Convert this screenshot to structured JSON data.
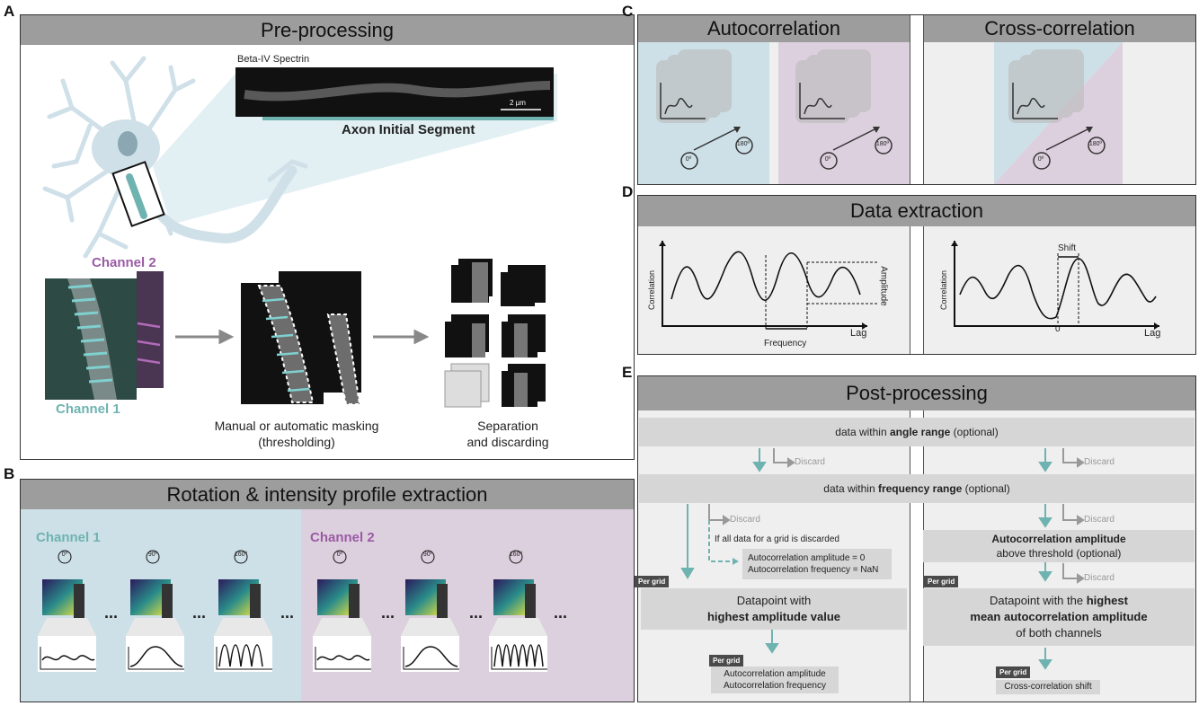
{
  "panels": {
    "A": {
      "letter": "A",
      "title": "Pre-processing",
      "micrograph_label": "Beta-IV Spectrin",
      "scale_bar": "2 µm",
      "ais_label": "Axon Initial Segment",
      "channel2": "Channel 2",
      "channel1": "Channel 1",
      "masking_line1": "Manual or automatic masking",
      "masking_line2": "(thresholding)",
      "separation_line1": "Separation",
      "separation_line2": "and discarding"
    },
    "B": {
      "letter": "B",
      "title": "Rotation & intensity profile extraction",
      "channel1": "Channel 1",
      "channel2": "Channel 2",
      "angles": [
        "0º",
        "90º",
        "160º"
      ],
      "ellipsis": "..."
    },
    "C": {
      "letter": "C",
      "auto_title": "Autocorrelation",
      "cross_title": "Cross-correlation",
      "angle_start": "0º",
      "angle_end": "180º"
    },
    "D": {
      "letter": "D",
      "title": "Data extraction",
      "ylabel": "Correlation",
      "xlabel": "Lag",
      "amplitude": "Amplitude",
      "frequency": "Frequency",
      "shift": "Shift",
      "zero": "0"
    },
    "E": {
      "letter": "E",
      "title": "Post-processing",
      "angle_prefix": "data within ",
      "angle_bold": "angle range",
      "angle_suffix": " (optional)",
      "freq_prefix": "data within ",
      "freq_bold": "frequency range",
      "freq_suffix": " (optional)",
      "discard": "Discard",
      "if_all": "If all data for a grid is discarded",
      "nan_line1": "Autocorrelation amplitude = 0",
      "nan_line2": "Autocorrelation frequency = NaN",
      "per_grid": "Per grid",
      "left_dp_line1": "Datapoint with",
      "left_dp_bold": "highest amplitude value",
      "right_thresh_bold": "Autocorrelation amplitude",
      "right_thresh_line2": "above threshold (optional)",
      "right_dp_prefix": "Datapoint with the ",
      "right_dp_bold1": "highest",
      "right_dp_bold2": "mean autocorrelation amplitude",
      "right_dp_line3": "of both channels",
      "out_left1": "Autocorrelation amplitude",
      "out_left2": "Autocorrelation frequency",
      "out_right": "Cross-correlation shift"
    }
  },
  "colors": {
    "teal": "#6fb3b0",
    "purple": "#9b5ba5",
    "blue_bg": "#cde0e8",
    "purple_bg": "#ddd0de",
    "title_gray": "#9d9d9d"
  }
}
